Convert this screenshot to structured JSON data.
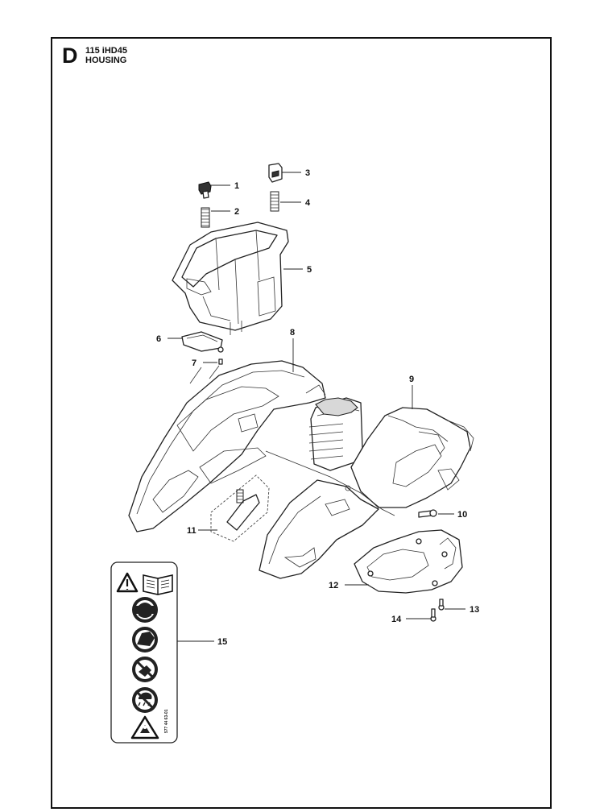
{
  "header": {
    "section_letter": "D",
    "model": "115 iHD45",
    "title": "HOUSING"
  },
  "callouts": [
    {
      "id": "1",
      "label": "1"
    },
    {
      "id": "2",
      "label": "2"
    },
    {
      "id": "3",
      "label": "3"
    },
    {
      "id": "4",
      "label": "4"
    },
    {
      "id": "5",
      "label": "5"
    },
    {
      "id": "6",
      "label": "6"
    },
    {
      "id": "7",
      "label": "7"
    },
    {
      "id": "8",
      "label": "8"
    },
    {
      "id": "9",
      "label": "9"
    },
    {
      "id": "10",
      "label": "10"
    },
    {
      "id": "11",
      "label": "11"
    },
    {
      "id": "12",
      "label": "12"
    },
    {
      "id": "13",
      "label": "13"
    },
    {
      "id": "14",
      "label": "14"
    },
    {
      "id": "15",
      "label": "15"
    }
  ],
  "decal": {
    "symbols": [
      "warning-icon",
      "manual-icon",
      "helmet-icon",
      "hand-icon",
      "no-touch-icon",
      "no-rain-icon",
      "hazard-triangle-icon"
    ]
  },
  "colors": {
    "line": "#222222",
    "background": "#ffffff"
  }
}
